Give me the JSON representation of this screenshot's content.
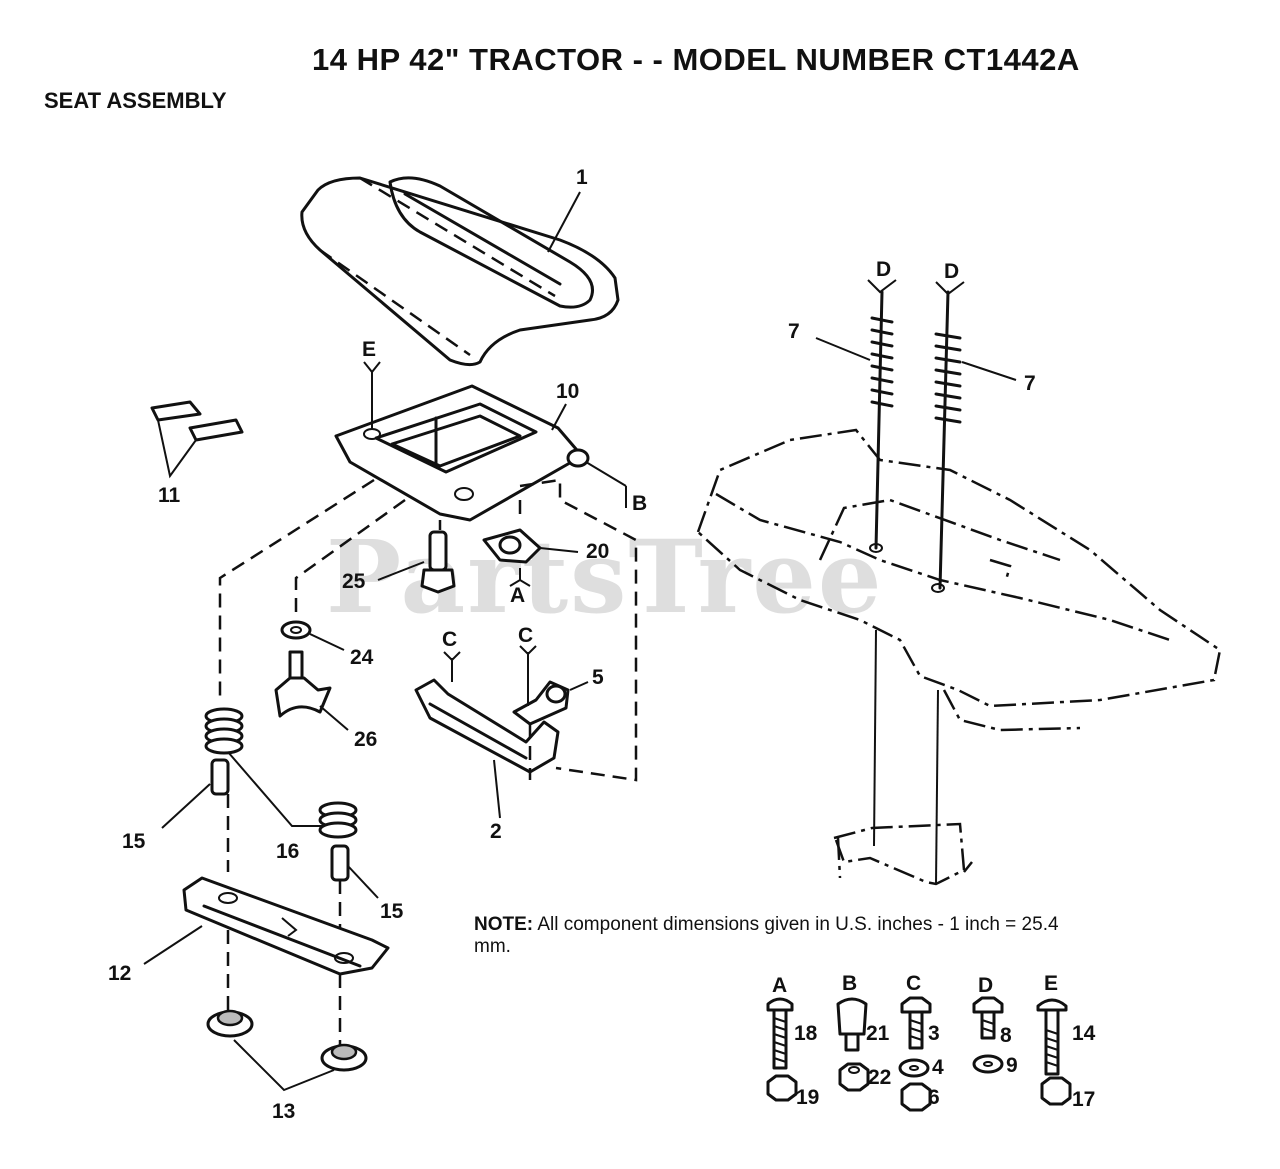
{
  "header": {
    "title": "14 HP 42\" TRACTOR - - MODEL NUMBER CT1442A",
    "subtitle": "SEAT ASSEMBLY"
  },
  "watermark": "PartsTree",
  "note": {
    "prefix": "NOTE:",
    "text": " All component dimensions given in U.S. inches - 1 inch = 25.4 mm."
  },
  "callouts": {
    "p1": "1",
    "p2": "2",
    "p5": "5",
    "p7a": "7",
    "p7b": "7",
    "p10": "10",
    "p11": "11",
    "p12": "12",
    "p13": "13",
    "p15a": "15",
    "p15b": "15",
    "p16": "16",
    "p20": "20",
    "p24": "24",
    "p25": "25",
    "p26": "26"
  },
  "refs": {
    "E": "E",
    "B": "B",
    "A": "A",
    "C1": "C",
    "C2": "C",
    "D1": "D",
    "D2": "D"
  },
  "hardware": [
    {
      "group": "A",
      "parts": [
        "18",
        "19"
      ]
    },
    {
      "group": "B",
      "parts": [
        "21",
        "22"
      ]
    },
    {
      "group": "C",
      "parts": [
        "3",
        "4",
        "6"
      ]
    },
    {
      "group": "D",
      "parts": [
        "8",
        "9"
      ]
    },
    {
      "group": "E",
      "parts": [
        "14",
        "17"
      ]
    }
  ]
}
